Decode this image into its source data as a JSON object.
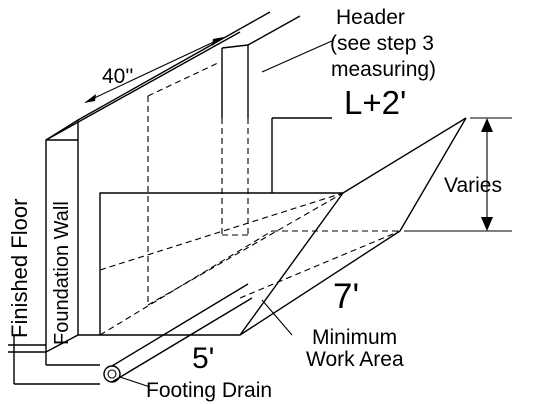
{
  "labels": {
    "header_line1": "Header",
    "header_line2": "(see step 3",
    "header_line3": "measuring)",
    "dim_40": "40''",
    "dim_l2": "L+2'",
    "varies": "Varies",
    "finished_floor": "Finished Floor",
    "foundation_wall": "Foundation Wall",
    "dim_7": "7'",
    "dim_5": "5'",
    "min_work_line1": "Minimum",
    "min_work_line2": "Work Area",
    "footing_drain": "Footing Drain"
  },
  "colors": {
    "ink": "#000000",
    "background": "#ffffff"
  }
}
